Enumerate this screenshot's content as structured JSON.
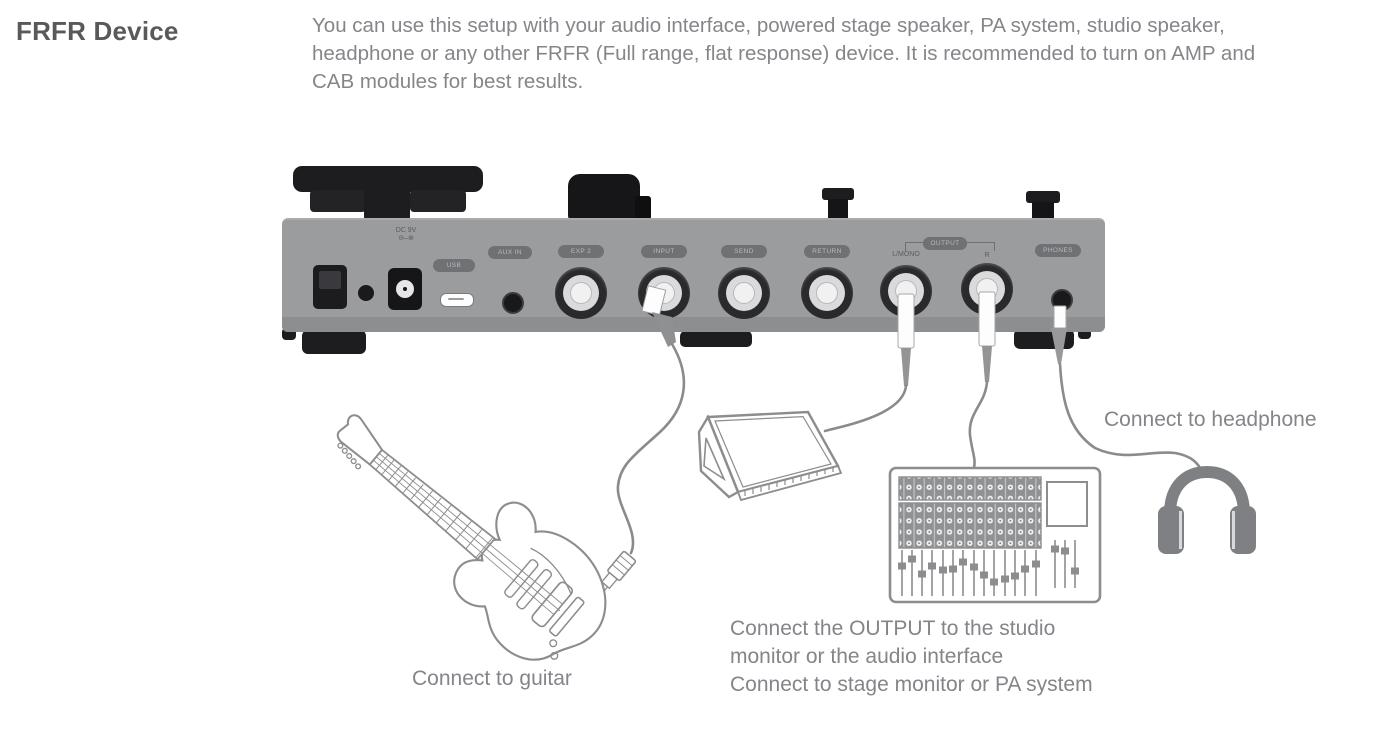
{
  "header": {
    "title": "FRFR Device",
    "description": "You can use this setup with your audio interface, powered stage speaker, PA system, studio speaker, headphone or any other FRFR (Full range, flat response) device. It is recommended to turn on AMP and CAB modules for best results."
  },
  "rear_panel": {
    "dc_label": "DC 9V",
    "dc_polarity_icon": "⊖–⊕",
    "usb_label": "USB",
    "aux_in_label": "AUX IN",
    "exp_label": "EXP 2",
    "input_label": "INPUT",
    "send_label": "SEND",
    "return_label": "RETURN",
    "output_label": "OUTPUT",
    "output_left_label": "L/MONO",
    "output_right_label": "R",
    "phones_label": "PHONES"
  },
  "callouts": {
    "guitar": "Connect to guitar",
    "headphone": "Connect to headphone",
    "output_line1": "Connect the OUTPUT to the studio",
    "output_line2": "monitor or the  audio interface",
    "output_line3": "Connect to stage monitor or PA system"
  },
  "colors": {
    "heading_text": "#58595b",
    "body_text": "#85868a",
    "panel_gray": "#9b9c9e",
    "outline_gray": "#8b8d8f",
    "cable_gray": "#8a8b8d",
    "hardware_black": "#1d1d1f",
    "headphone_fill": "#7e8083"
  }
}
